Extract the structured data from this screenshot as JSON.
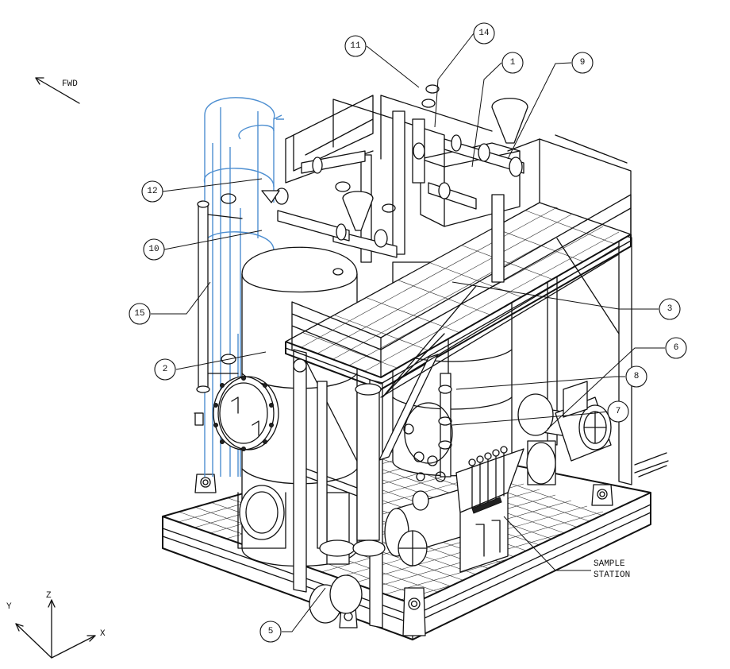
{
  "orientation": {
    "fwd_label": "FWD",
    "axes": {
      "y": "Y",
      "z": "Z",
      "x": "X"
    }
  },
  "callouts": [
    {
      "id": "c1",
      "label": "1"
    },
    {
      "id": "c2",
      "label": "2"
    },
    {
      "id": "c3",
      "label": "3"
    },
    {
      "id": "c5",
      "label": "5"
    },
    {
      "id": "c6",
      "label": "6"
    },
    {
      "id": "c7",
      "label": "7"
    },
    {
      "id": "c8",
      "label": "8"
    },
    {
      "id": "c9",
      "label": "9"
    },
    {
      "id": "c10",
      "label": "10"
    },
    {
      "id": "c11",
      "label": "11"
    },
    {
      "id": "c12",
      "label": "12"
    },
    {
      "id": "c14",
      "label": "14"
    },
    {
      "id": "c15",
      "label": "15"
    }
  ],
  "sample_station": {
    "line1": "SAMPLE",
    "line2": "STATION"
  },
  "colors": {
    "line": "#111111",
    "ladder": "#4e8fd1",
    "background": "#ffffff"
  }
}
